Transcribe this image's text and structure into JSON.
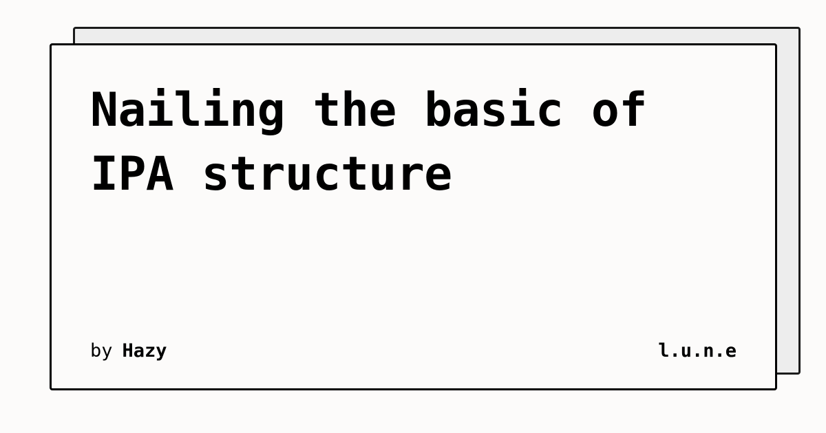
{
  "card": {
    "title": "Nailing the basic of\nIPA structure",
    "byline": {
      "prefix": "by",
      "author": "Hazy"
    },
    "brand": "l.u.n.e"
  },
  "colors": {
    "background": "#fcfbfa",
    "back_card": "#ededed",
    "border": "#000000",
    "text": "#000000"
  }
}
